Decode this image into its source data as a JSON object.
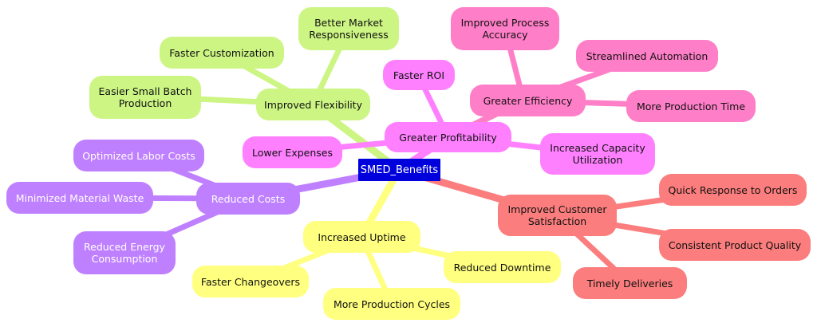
{
  "root": {
    "label": "SMED_Benefits"
  },
  "branches": {
    "profitability": {
      "label": "Greater Profitability",
      "children": [
        "Faster ROI",
        "Lower Expenses",
        "Increased Capacity Utilization"
      ]
    },
    "efficiency": {
      "label": "Greater Efficiency",
      "children": [
        "Improved Process Accuracy",
        "Streamlined Automation",
        "More Production Time"
      ]
    },
    "satisfaction": {
      "label": "Improved Customer Satisfaction",
      "children": [
        "Quick Response to Orders",
        "Consistent Product Quality",
        "Timely Deliveries"
      ]
    },
    "uptime": {
      "label": "Increased Uptime",
      "children": [
        "Reduced Downtime",
        "More Production Cycles",
        "Faster Changeovers"
      ]
    },
    "costs": {
      "label": "Reduced Costs",
      "children": [
        "Optimized Labor Costs",
        "Minimized Material Waste",
        "Reduced Energy Consumption"
      ]
    },
    "flexibility": {
      "label": "Improved Flexibility",
      "children": [
        "Better Market Responsiveness",
        "Faster Customization",
        "Easier Small Batch Production"
      ]
    }
  },
  "colors": {
    "root": "#0000dd",
    "profitability": "#ff80ff",
    "efficiency": "#ff7ec8",
    "satisfaction": "#fb7d7d",
    "uptime": "#ffff80",
    "costs": "#bf80ff",
    "flexibility": "#cdf583"
  }
}
